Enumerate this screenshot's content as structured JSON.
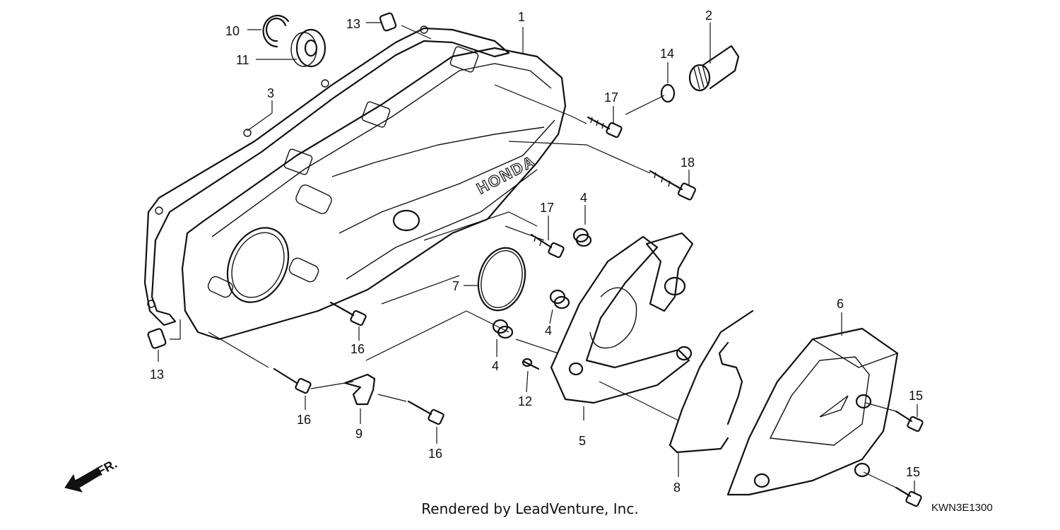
{
  "diagram": {
    "callouts": [
      "1",
      "2",
      "3",
      "4",
      "4",
      "4",
      "5",
      "6",
      "7",
      "8",
      "9",
      "10",
      "11",
      "12",
      "13",
      "13",
      "14",
      "15",
      "15",
      "16",
      "16",
      "16",
      "17",
      "17",
      "18"
    ],
    "brand_mark": "HONDA",
    "front_arrow_label": "FR.",
    "credit": "Rendered by LeadVenture, Inc.",
    "code": "KWN3E1300"
  }
}
